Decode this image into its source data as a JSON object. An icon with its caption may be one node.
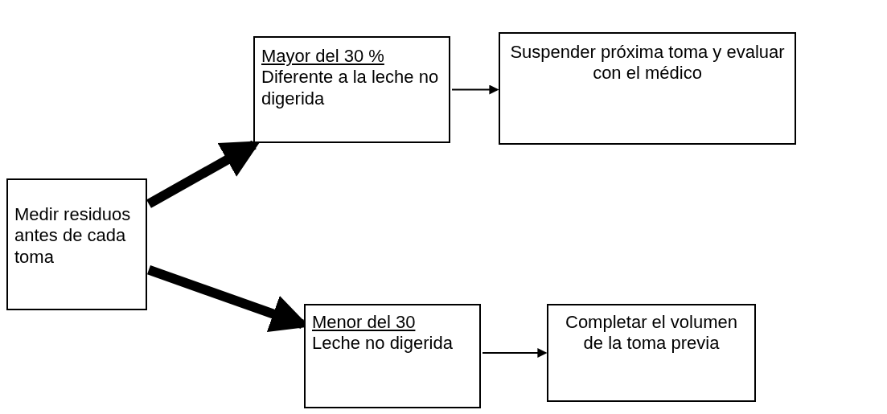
{
  "diagram": {
    "nodes": [
      {
        "text": [
          "Medir residuos antes de cada toma"
        ]
      },
      {
        "text": [
          "Mayor del 30 %",
          "Diferente a la leche no digerida"
        ]
      },
      {
        "text": [
          "Suspender próxima toma y evaluar con el médico"
        ]
      },
      {
        "text": [
          "Menor del 30",
          "Leche no digerida"
        ]
      },
      {
        "text": [
          "Completar el volumen de la toma previa"
        ]
      }
    ],
    "edges": [
      {
        "from": 0,
        "to": 1,
        "arrow": "to",
        "style": "thick"
      },
      {
        "from": 0,
        "to": 3,
        "arrow": "to",
        "style": "thick"
      },
      {
        "from": 1,
        "to": 2,
        "arrow": "to"
      },
      {
        "from": 3,
        "to": 4,
        "arrow": "to"
      }
    ]
  }
}
